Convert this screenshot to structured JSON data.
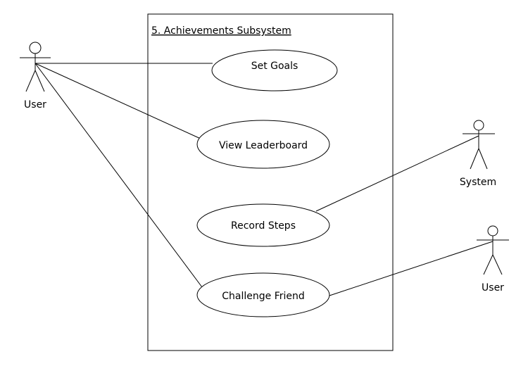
{
  "diagram": {
    "system": {
      "title": "5. Achievements Subsystem"
    },
    "actors": {
      "user_main": {
        "label": "User"
      },
      "system": {
        "label": "System"
      },
      "user_friend": {
        "label": "User"
      }
    },
    "use_cases": {
      "set_goals": {
        "label": "Set Goals"
      },
      "view_leaderboard": {
        "label": "View Leaderboard"
      },
      "record_steps": {
        "label": "Record Steps"
      },
      "challenge_friend": {
        "label": "Challenge Friend"
      }
    }
  }
}
